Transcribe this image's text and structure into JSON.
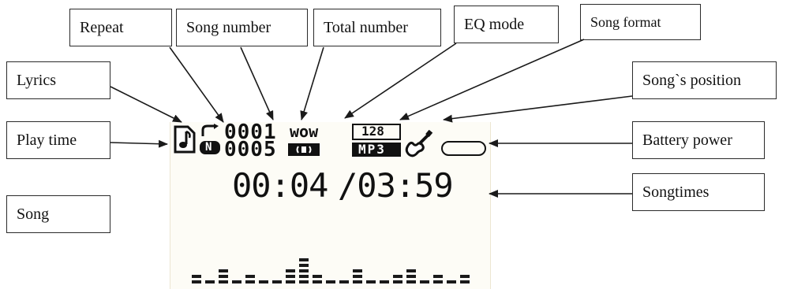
{
  "labels": {
    "repeat": "Repeat",
    "song_number": "Song number",
    "total_number": "Total number",
    "eq_mode": "EQ mode",
    "song_format": "Song format",
    "lyrics": "Lyrics",
    "songs_position": "Song`s position",
    "play_time": "Play time",
    "battery_power": "Battery power",
    "songtimes": "Songtimes",
    "song": "Song"
  },
  "display": {
    "song_number": "0001",
    "total_number": "0005",
    "eq_mode": "WOW",
    "bitrate": "128",
    "format": "MP3",
    "repeat_badge": "N",
    "elapsed": "00:04",
    "total_time": "/03:59"
  },
  "spectrum_levels": [
    2,
    1,
    3,
    1,
    2,
    1,
    1,
    3,
    5,
    2,
    1,
    1,
    3,
    1,
    1,
    2,
    3,
    1,
    2,
    1,
    2
  ],
  "colors": {
    "line": "#1a1a1a",
    "screen": "#fdfcf6"
  }
}
